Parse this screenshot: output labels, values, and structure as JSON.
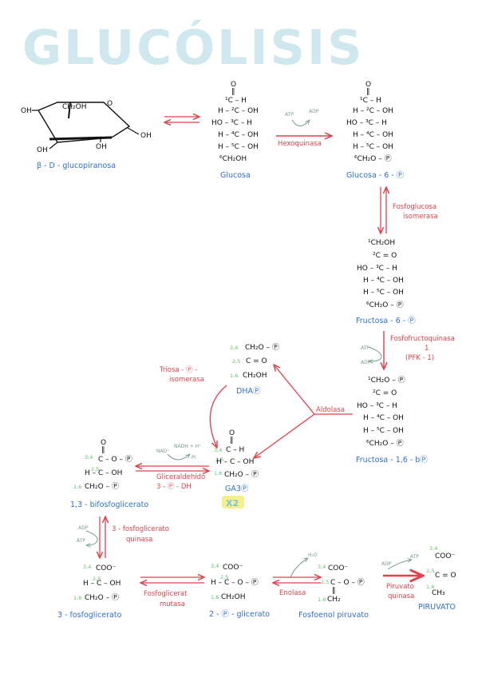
{
  "title": "GLUCÓLISIS",
  "colors": {
    "title": "#cfe8ee",
    "structure": "#111111",
    "compound_name": "#2f6fd6",
    "enzyme": "#e2414c",
    "arrow": "#e2414c",
    "carbon_number": "#5fbf6b",
    "cofactor": "#7a9c8a",
    "highlight": "#f5f08a"
  },
  "beta_glucopyranose": {
    "name": "β - D - glucopiranosa",
    "oh": "OH",
    "ch2oh": "CH₂OH",
    "o": "O"
  },
  "glucosa": {
    "name": "Glucosa",
    "lines": [
      "O",
      "‖",
      "¹C – H",
      "H – ²C – OH",
      "HO – ³C – H",
      "H – ⁴C – OH",
      "H – ⁵C – OH",
      "⁶CH₂OH"
    ]
  },
  "glucosa6p": {
    "name": "Glucosa - 6 - Ⓟ",
    "lines": [
      "O",
      "‖",
      "¹C – H",
      "H – ²C – OH",
      "HO – ³C – H",
      "H – ⁴C – OH",
      "H – ⁵C – OH",
      "⁶CH₂O – Ⓟ"
    ]
  },
  "fructosa6p": {
    "name": "Fructosa - 6 - Ⓟ",
    "lines": [
      "¹CH₂OH",
      "²C = O",
      "HO – ³C – H",
      "H – ⁴C – OH",
      "H – ⁵C – OH",
      "⁶CH₂O – Ⓟ"
    ]
  },
  "fructosa16bp": {
    "name": "Fructosa - 1,6 - bⓅ",
    "lines": [
      "¹CH₂O – Ⓟ",
      "²C = O",
      "HO – ³C – H",
      "H – ⁴C – OH",
      "H – ⁵C – OH",
      "⁶CH₂O – Ⓟ"
    ]
  },
  "dhap": {
    "name": "DHAⓅ",
    "lines": [
      "CH₂O – Ⓟ",
      "C = O",
      "CH₂OH"
    ],
    "nums": [
      "3,4",
      "2,5",
      "1,6"
    ]
  },
  "ga3p": {
    "name": "GA3Ⓟ",
    "lines": [
      "O",
      "‖",
      "C – H",
      "H – C – OH",
      "CH₂O – Ⓟ"
    ],
    "nums": [
      "3,4",
      "2,5",
      "1,6"
    ],
    "multiplier": "X2"
  },
  "bpg13": {
    "name": "1,3 - bifosfoglicerato",
    "lines": [
      "O",
      "‖",
      "C – O – Ⓟ",
      "H – C – OH",
      "CH₂O – Ⓟ"
    ],
    "nums": [
      "3,4",
      "2,5",
      "1,6"
    ]
  },
  "pg3": {
    "name": "3 - fosfoglicerato",
    "lines": [
      "COO⁻",
      "H – C – OH",
      "CH₂O – Ⓟ"
    ],
    "nums": [
      "3,4",
      "2,5",
      "1,6"
    ]
  },
  "pg2": {
    "name": "2 - Ⓟ - glicerato",
    "lines": [
      "COO⁻",
      "H – C – O – Ⓟ",
      "CH₂OH"
    ],
    "nums": [
      "3,4",
      "2,5",
      "1,6"
    ]
  },
  "pep": {
    "name": "Fosfoenol piruvato",
    "lines": [
      "COO⁻",
      "C – O – Ⓟ",
      "‖",
      "CH₂"
    ],
    "nums": [
      "3,4",
      "2,5",
      "1,6"
    ]
  },
  "piruvato": {
    "name": "PIRUVATO",
    "lines": [
      "COO⁻",
      "C = O",
      "CH₃"
    ],
    "nums": [
      "3,4",
      "2,5",
      "1,6"
    ]
  },
  "enzymes": {
    "hexoquinasa": "Hexoquinasa",
    "fosfoglucosa_isomerasa": [
      "Fosfoglucosa",
      "isomerasa"
    ],
    "fosfofructoquinasa": [
      "Fosfofructoquinasa",
      "1",
      "(PFK - 1)"
    ],
    "aldolasa": "Aldolasa",
    "triosa_isomerasa": [
      "Triosa - Ⓟ -",
      "isomerasa"
    ],
    "ga3p_dh": [
      "Gliceraldehído",
      "3 - Ⓟ - DH"
    ],
    "fosfoglicerato_quinasa": [
      "3 - fosfoglicerato",
      "quinasa"
    ],
    "fosfoglicerato_mutasa": [
      "Fosfoglicerat",
      "mutasa"
    ],
    "enolasa": "Enolasa",
    "piruvato_quinasa": [
      "Piruvato",
      "quinasa"
    ]
  },
  "cofactors": {
    "atp": "ATP",
    "adp": "ADP",
    "nad": "NAD⁺",
    "nadh": "NADH + H⁺",
    "pi": "Pi",
    "h2o": "H₂O"
  }
}
